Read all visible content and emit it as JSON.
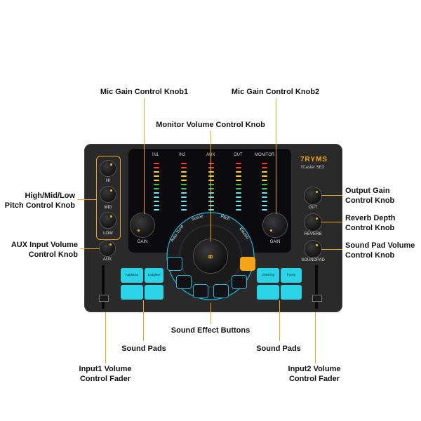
{
  "callouts": {
    "mic_gain_1": "Mic Gain Control Knob1",
    "mic_gain_2": "Mic Gain Control Knob2",
    "monitor_volume": "Monitor Volume Control Knob",
    "eq_line1": "High/Mid/Low",
    "eq_line2": "Pitch Control Knob",
    "aux_line1": "AUX Input Volume",
    "aux_line2": "Control Knob",
    "out_gain_line1": "Output Gain",
    "out_gain_line2": "Control Knob",
    "reverb_line1": "Reverb Depth",
    "reverb_line2": "Control Knob",
    "soundpad_line1": "Sound Pad Volume",
    "soundpad_line2": "Control Knob",
    "sound_effect_buttons": "Sound Effect Buttons",
    "sound_pads_left": "Sound Pads",
    "sound_pads_right": "Sound Pads",
    "input1_line1": "Input1 Volume",
    "input1_line2": "Control Fader",
    "input2_line1": "Input2 Volume",
    "input2_line2": "Control Fader"
  },
  "device": {
    "brand": "7RYMS",
    "model": "7Caster SE3",
    "meter_labels": [
      "IN1",
      "IN2",
      "AUX",
      "OUT",
      "MONITOR"
    ],
    "knob_labels": {
      "hi": "HI",
      "mid": "MID",
      "low": "LOW",
      "aux": "AUX",
      "gain_left": "GAIN",
      "gain_right": "GAIN",
      "out": "OUT",
      "reverb": "REVERB",
      "soundpad": "SOUNDPAD"
    },
    "ring_labels": [
      "Auto-Tune",
      "Scene",
      "Pitch",
      "Electro"
    ],
    "pads_left": [
      "Applause",
      "Laughter",
      "",
      ""
    ],
    "pads_right": [
      "Cheering",
      "Funny",
      "",
      ""
    ]
  },
  "colors": {
    "accent": "#f2a516",
    "pad_cyan": "#2ad4e6",
    "device_body": "#2a2a2b"
  }
}
